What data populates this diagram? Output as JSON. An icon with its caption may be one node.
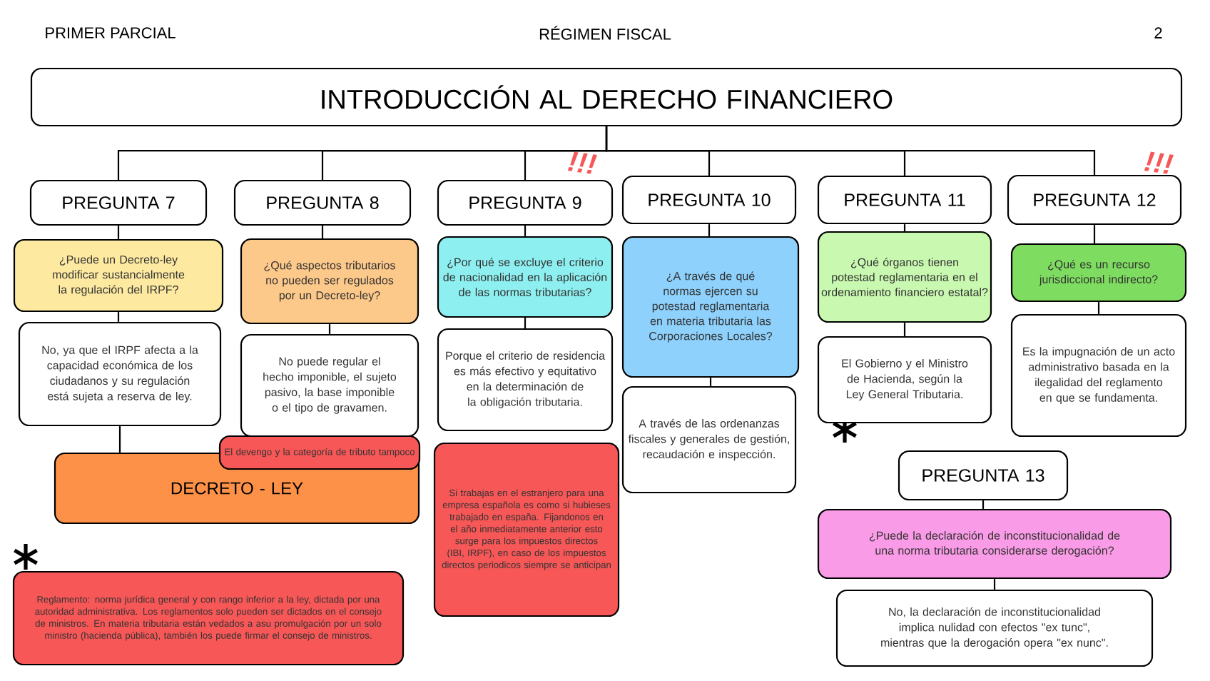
{
  "diagram": {
    "nodes": [
      {
        "text": [
          "INTRODUCCIÓN AL DERECHO FINANCIERO"
        ]
      },
      {
        "text": [
          "PREGUNTA 7"
        ]
      },
      {
        "text": [
          "¿Puede un Decreto-ley modificar sustancialmente la regulación del IRPF?"
        ]
      },
      {
        "text": [
          "No, ya que el IRPF afecta a la capacidad económica de los ciudadanos y su regulación está sujeta a reserva de ley."
        ]
      },
      {
        "text": [
          "PREGUNTA 8"
        ]
      },
      {
        "text": [
          "¿Qué aspectos tributarios no pueden ser regulados por un Decreto-ley?"
        ]
      },
      {
        "text": [
          "No puede regular el hecho imponible, el sujeto pasivo, la base imponible o el tipo de gravamen."
        ]
      },
      {
        "text": [
          "El devengo y la categoría de tributo tampoco"
        ]
      },
      {
        "text": [
          "DECRETO - LEY"
        ]
      },
      {
        "text": [
          "PREGUNTA 9"
        ]
      },
      {
        "text": [
          "¿Por qué se excluye el criterio de nacionalidad en la aplicación de las normas tributarias?"
        ]
      },
      {
        "text": [
          "Porque el criterio de residencia es más efectivo y equitativo en la determinación de la obligación tributaria."
        ]
      },
      {
        "text": [
          "Si trabajas en el estranjero para una empresa española es como si hubieses trabajado en españa. Fijandonos en el año inmediatamente anterior esto surge para los impuestos directos (IBI, IRPF), en caso de los impuestos directos periodicos siempre se anticipan"
        ]
      },
      {
        "text": [
          "PREGUNTA 10"
        ]
      },
      {
        "text": [
          "¿A través de qué normas ejercen su potestad reglamentaria en materia tributaria las Corporaciones Locales?"
        ]
      },
      {
        "text": [
          "A través de las ordenanzas fiscales y generales de gestión, recaudación e inspección."
        ]
      },
      {
        "text": [
          "PREGUNTA 11"
        ]
      },
      {
        "text": [
          "¿Qué órganos tienen potestad reglamentaria en el ordenamiento financiero estatal?"
        ]
      },
      {
        "text": [
          "El Gobierno y el Ministro de Hacienda, según la Ley General Tributaria."
        ]
      },
      {
        "text": [
          "PREGUNTA 12"
        ]
      },
      {
        "text": [
          "¿Qué es un recurso jurisdiccional indirecto?"
        ]
      },
      {
        "text": [
          "Es la impugnación de un acto administrativo basada en la ilegalidad del reglamento en que se fundamenta."
        ]
      },
      {
        "text": [
          "PREGUNTA 13"
        ]
      },
      {
        "text": [
          "¿Puede la declaración de inconstitucionalidad de una norma tributaria considerarse derogación?"
        ]
      },
      {
        "text": [
          "No, la declaración de inconstitucionalidad implica nulidad con efectos \"ex tunc\", mientras que la derogación opera \"ex nunc\"."
        ]
      },
      {
        "text": [
          "Reglamento: norma jurídica general y con rango inferior a la ley, dictada por una autoridad administrativa. Los reglamentos solo pueden ser dictados en el consejo de ministros. En materia tributaria están vedados a asu promulgación por un solo ministro (hacienda pública), también los puede firmar el consejo de ministros."
        ]
      }
    ],
    "edges": [
      {
        "from": 0,
        "to": 1,
        "arrow": "none"
      },
      {
        "from": 0,
        "to": 4,
        "arrow": "none"
      },
      {
        "from": 0,
        "to": 9,
        "arrow": "none"
      },
      {
        "from": 0,
        "to": 13,
        "arrow": "none"
      },
      {
        "from": 0,
        "to": 16,
        "arrow": "none"
      },
      {
        "from": 0,
        "to": 19,
        "arrow": "none"
      },
      {
        "from": 1,
        "to": 2,
        "arrow": "none"
      },
      {
        "from": 2,
        "to": 3,
        "arrow": "none"
      },
      {
        "from": 3,
        "to": 8,
        "arrow": "none"
      },
      {
        "from": 4,
        "to": 5,
        "arrow": "none"
      },
      {
        "from": 5,
        "to": 6,
        "arrow": "none"
      },
      {
        "from": 9,
        "to": 10,
        "arrow": "none"
      },
      {
        "from": 10,
        "to": 11,
        "arrow": "none"
      },
      {
        "from": 13,
        "to": 14,
        "arrow": "none"
      },
      {
        "from": 14,
        "to": 15,
        "arrow": "none"
      },
      {
        "from": 16,
        "to": 17,
        "arrow": "none"
      },
      {
        "from": 17,
        "to": 18,
        "arrow": "none"
      },
      {
        "from": 19,
        "to": 20,
        "arrow": "none"
      },
      {
        "from": 20,
        "to": 21,
        "arrow": "none"
      },
      {
        "from": 22,
        "to": 23,
        "arrow": "none"
      },
      {
        "from": 23,
        "to": 24,
        "arrow": "none"
      }
    ],
    "labels": [
      "PRIMER PARCIAL",
      "RÉGIMEN FISCAL",
      "2",
      "!!!",
      "!!!"
    ]
  }
}
